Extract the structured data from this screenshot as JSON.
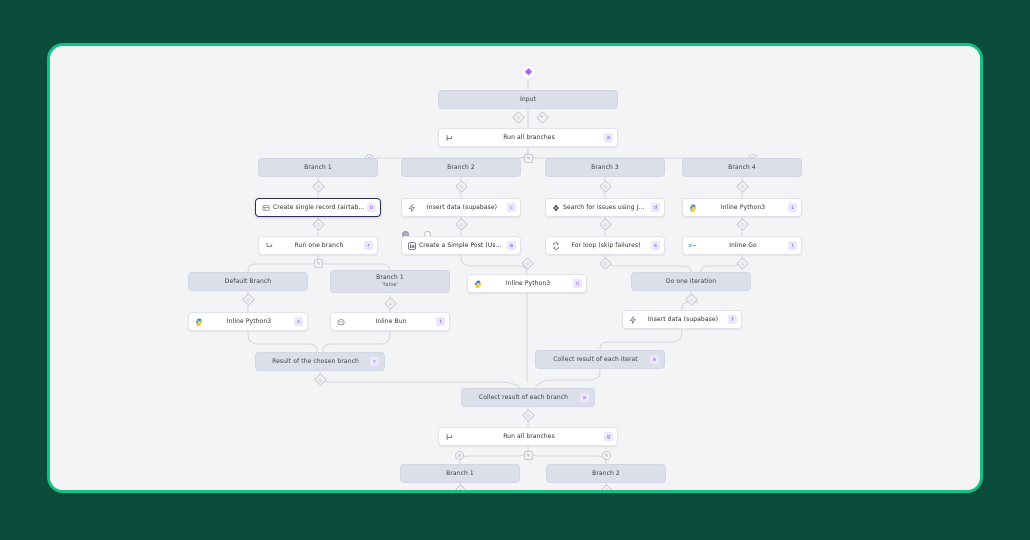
{
  "theme": {
    "page_background": "#0b4d3a",
    "frame_border": "#13c184",
    "canvas_background": "#f4f4f6",
    "label_node_background": "#dcdfea",
    "badge_background": "#ece7fd",
    "badge_text": "#7c4ddb"
  },
  "trigger": {
    "icon": "puzzle-icon"
  },
  "nodes": {
    "input": {
      "label": "Input"
    },
    "run_all_branches_top": {
      "label": "Run all branches",
      "badge": "a",
      "icon": "branch-all-icon"
    },
    "branch_1_top": {
      "label": "Branch 1"
    },
    "branch_2_top": {
      "label": "Branch 2"
    },
    "branch_3_top": {
      "label": "Branch 3"
    },
    "branch_4_top": {
      "label": "Branch 4"
    },
    "create_single_record": {
      "label": "Create single record (airtable)",
      "badge": "b",
      "icon": "airtable-icon"
    },
    "insert_data_supabase_1": {
      "label": "Insert data (supabase)",
      "badge": "c",
      "icon": "supabase-icon"
    },
    "search_issues_jql": {
      "label": "Search for issues using JQL (j...",
      "badge": "d",
      "icon": "jira-icon"
    },
    "inline_python3_b4": {
      "label": "Inline Python3",
      "badge": "i",
      "icon": "python-icon"
    },
    "run_one_branch": {
      "label": "Run one branch",
      "badge": "r",
      "icon": "branch-one-icon"
    },
    "create_simple_post": {
      "label": "Create a Simple Post (User) |...",
      "badge": "m",
      "icon": "linkedin-icon"
    },
    "for_loop": {
      "label": "For loop (skip failures)",
      "badge": "e",
      "icon": "loop-icon"
    },
    "inline_go": {
      "label": "Inline Go",
      "badge": "l",
      "icon": "go-icon"
    },
    "default_branch": {
      "label": "Default Branch"
    },
    "branch_1_false": {
      "label": "Branch 1",
      "sublabel": "'false'"
    },
    "inline_python3_mid": {
      "label": "Inline Python3",
      "badge": "n",
      "icon": "python-icon"
    },
    "do_one_iteration": {
      "label": "Do one iteration"
    },
    "inline_python3_left": {
      "label": "Inline Python3",
      "badge": "s",
      "icon": "python-icon"
    },
    "inline_bun": {
      "label": "Inline Bun",
      "badge": "t",
      "icon": "bun-icon"
    },
    "insert_data_supabase_2": {
      "label": "Insert data (supabase)",
      "badge": "f",
      "icon": "supabase-icon"
    },
    "result_chosen_branch": {
      "label": "Result of the chosen branch",
      "badge": "r"
    },
    "collect_each_iteration": {
      "label": "Collect result of each iterat",
      "badge": "e"
    },
    "collect_each_branch": {
      "label": "Collect result of each branch",
      "badge": "a"
    },
    "run_all_branches_bottom": {
      "label": "Run all branches",
      "badge": "g",
      "icon": "branch-all-icon"
    },
    "branch_1_bottom": {
      "label": "Branch 1"
    },
    "branch_2_bottom": {
      "label": "Branch 2"
    }
  },
  "handles": {
    "plus": "+",
    "dot": "◇",
    "close": "×",
    "edit": "✎"
  }
}
